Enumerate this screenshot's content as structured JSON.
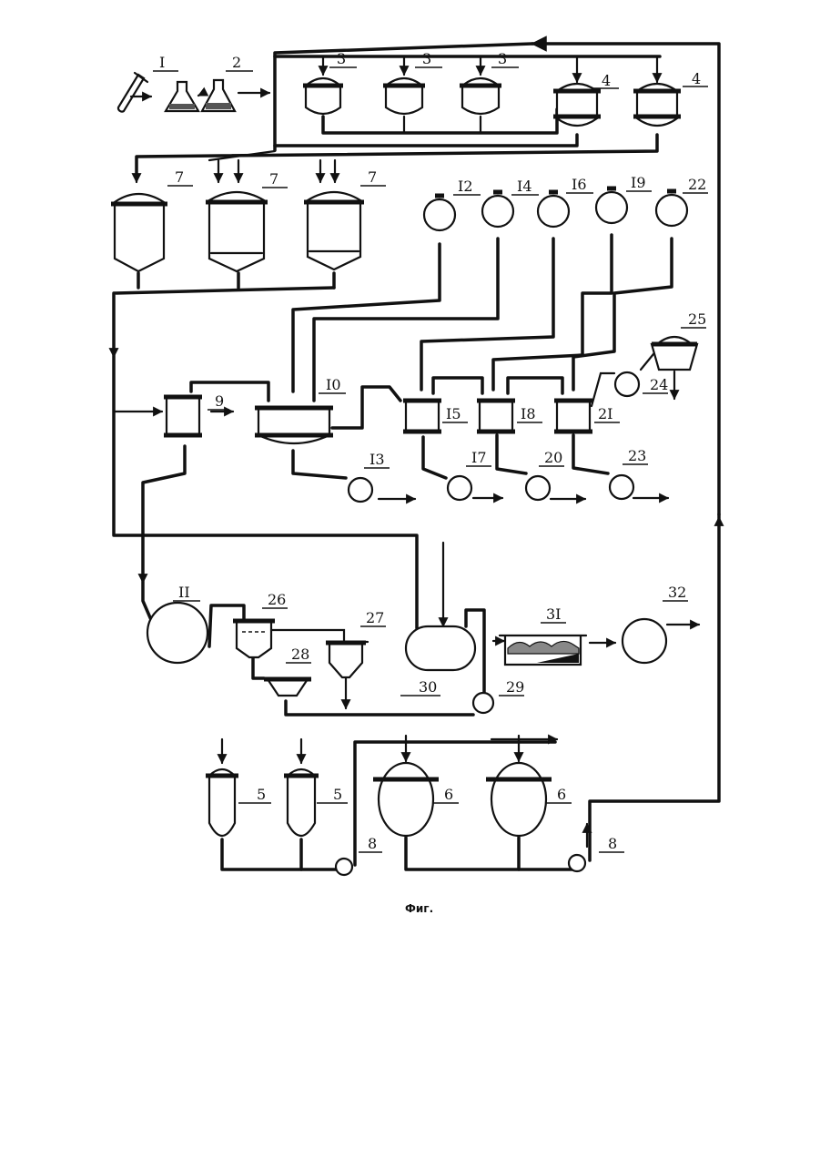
{
  "caption": "Фиг.",
  "labels": {
    "l1": "I",
    "l2": "2",
    "l3a": "3",
    "l3b": "3",
    "l3c": "3",
    "l4a": "4",
    "l4b": "4",
    "l5a": "5",
    "l5b": "5",
    "l6a": "6",
    "l6b": "6",
    "l7a": "7",
    "l7b": "7",
    "l7c": "7",
    "l8a": "8",
    "l8b": "8",
    "l9": "9",
    "l10": "I0",
    "l11": "II",
    "l12": "I2",
    "l13": "I3",
    "l14": "I4",
    "l15": "I5",
    "l16": "I6",
    "l17": "I7",
    "l18": "I8",
    "l19": "I9",
    "l20": "20",
    "l21": "2I",
    "l22": "22",
    "l23": "23",
    "l24": "24",
    "l25": "25",
    "l26": "26",
    "l27": "27",
    "l28": "28",
    "l29": "29",
    "l30": "30",
    "l31": "3I",
    "l32": "32"
  }
}
